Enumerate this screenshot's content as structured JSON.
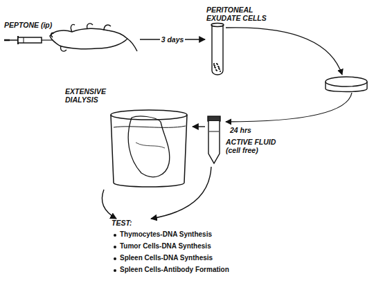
{
  "diagram": {
    "nodes": [
      {
        "text": [
          "PEPTONE (ip)"
        ]
      },
      {
        "text": [
          "PERITONEAL EXUDATE CELLS"
        ]
      },
      {
        "text": [
          "ACTIVE FLUID (cell free)"
        ]
      },
      {
        "text": [
          "EXTENSIVE DIALYSIS"
        ]
      },
      {
        "text": [
          "TEST:",
          "Thymocytes-DNA Synthesis",
          "Tumor Cells-DNA Synthesis",
          "Spleen Cells-DNA Synthesis",
          "Spleen Cells-Antibody Formation"
        ]
      }
    ],
    "edges": [
      {
        "from": 0,
        "to": 1,
        "label": "3 days",
        "arrow": "to"
      },
      {
        "from": 2,
        "to": 3,
        "arrow": "to"
      },
      {
        "from": 3,
        "to": 4,
        "arrow": "to"
      },
      {
        "from": 2,
        "to": 4,
        "arrow": "to"
      }
    ],
    "labels": [
      "24 hrs"
    ]
  }
}
